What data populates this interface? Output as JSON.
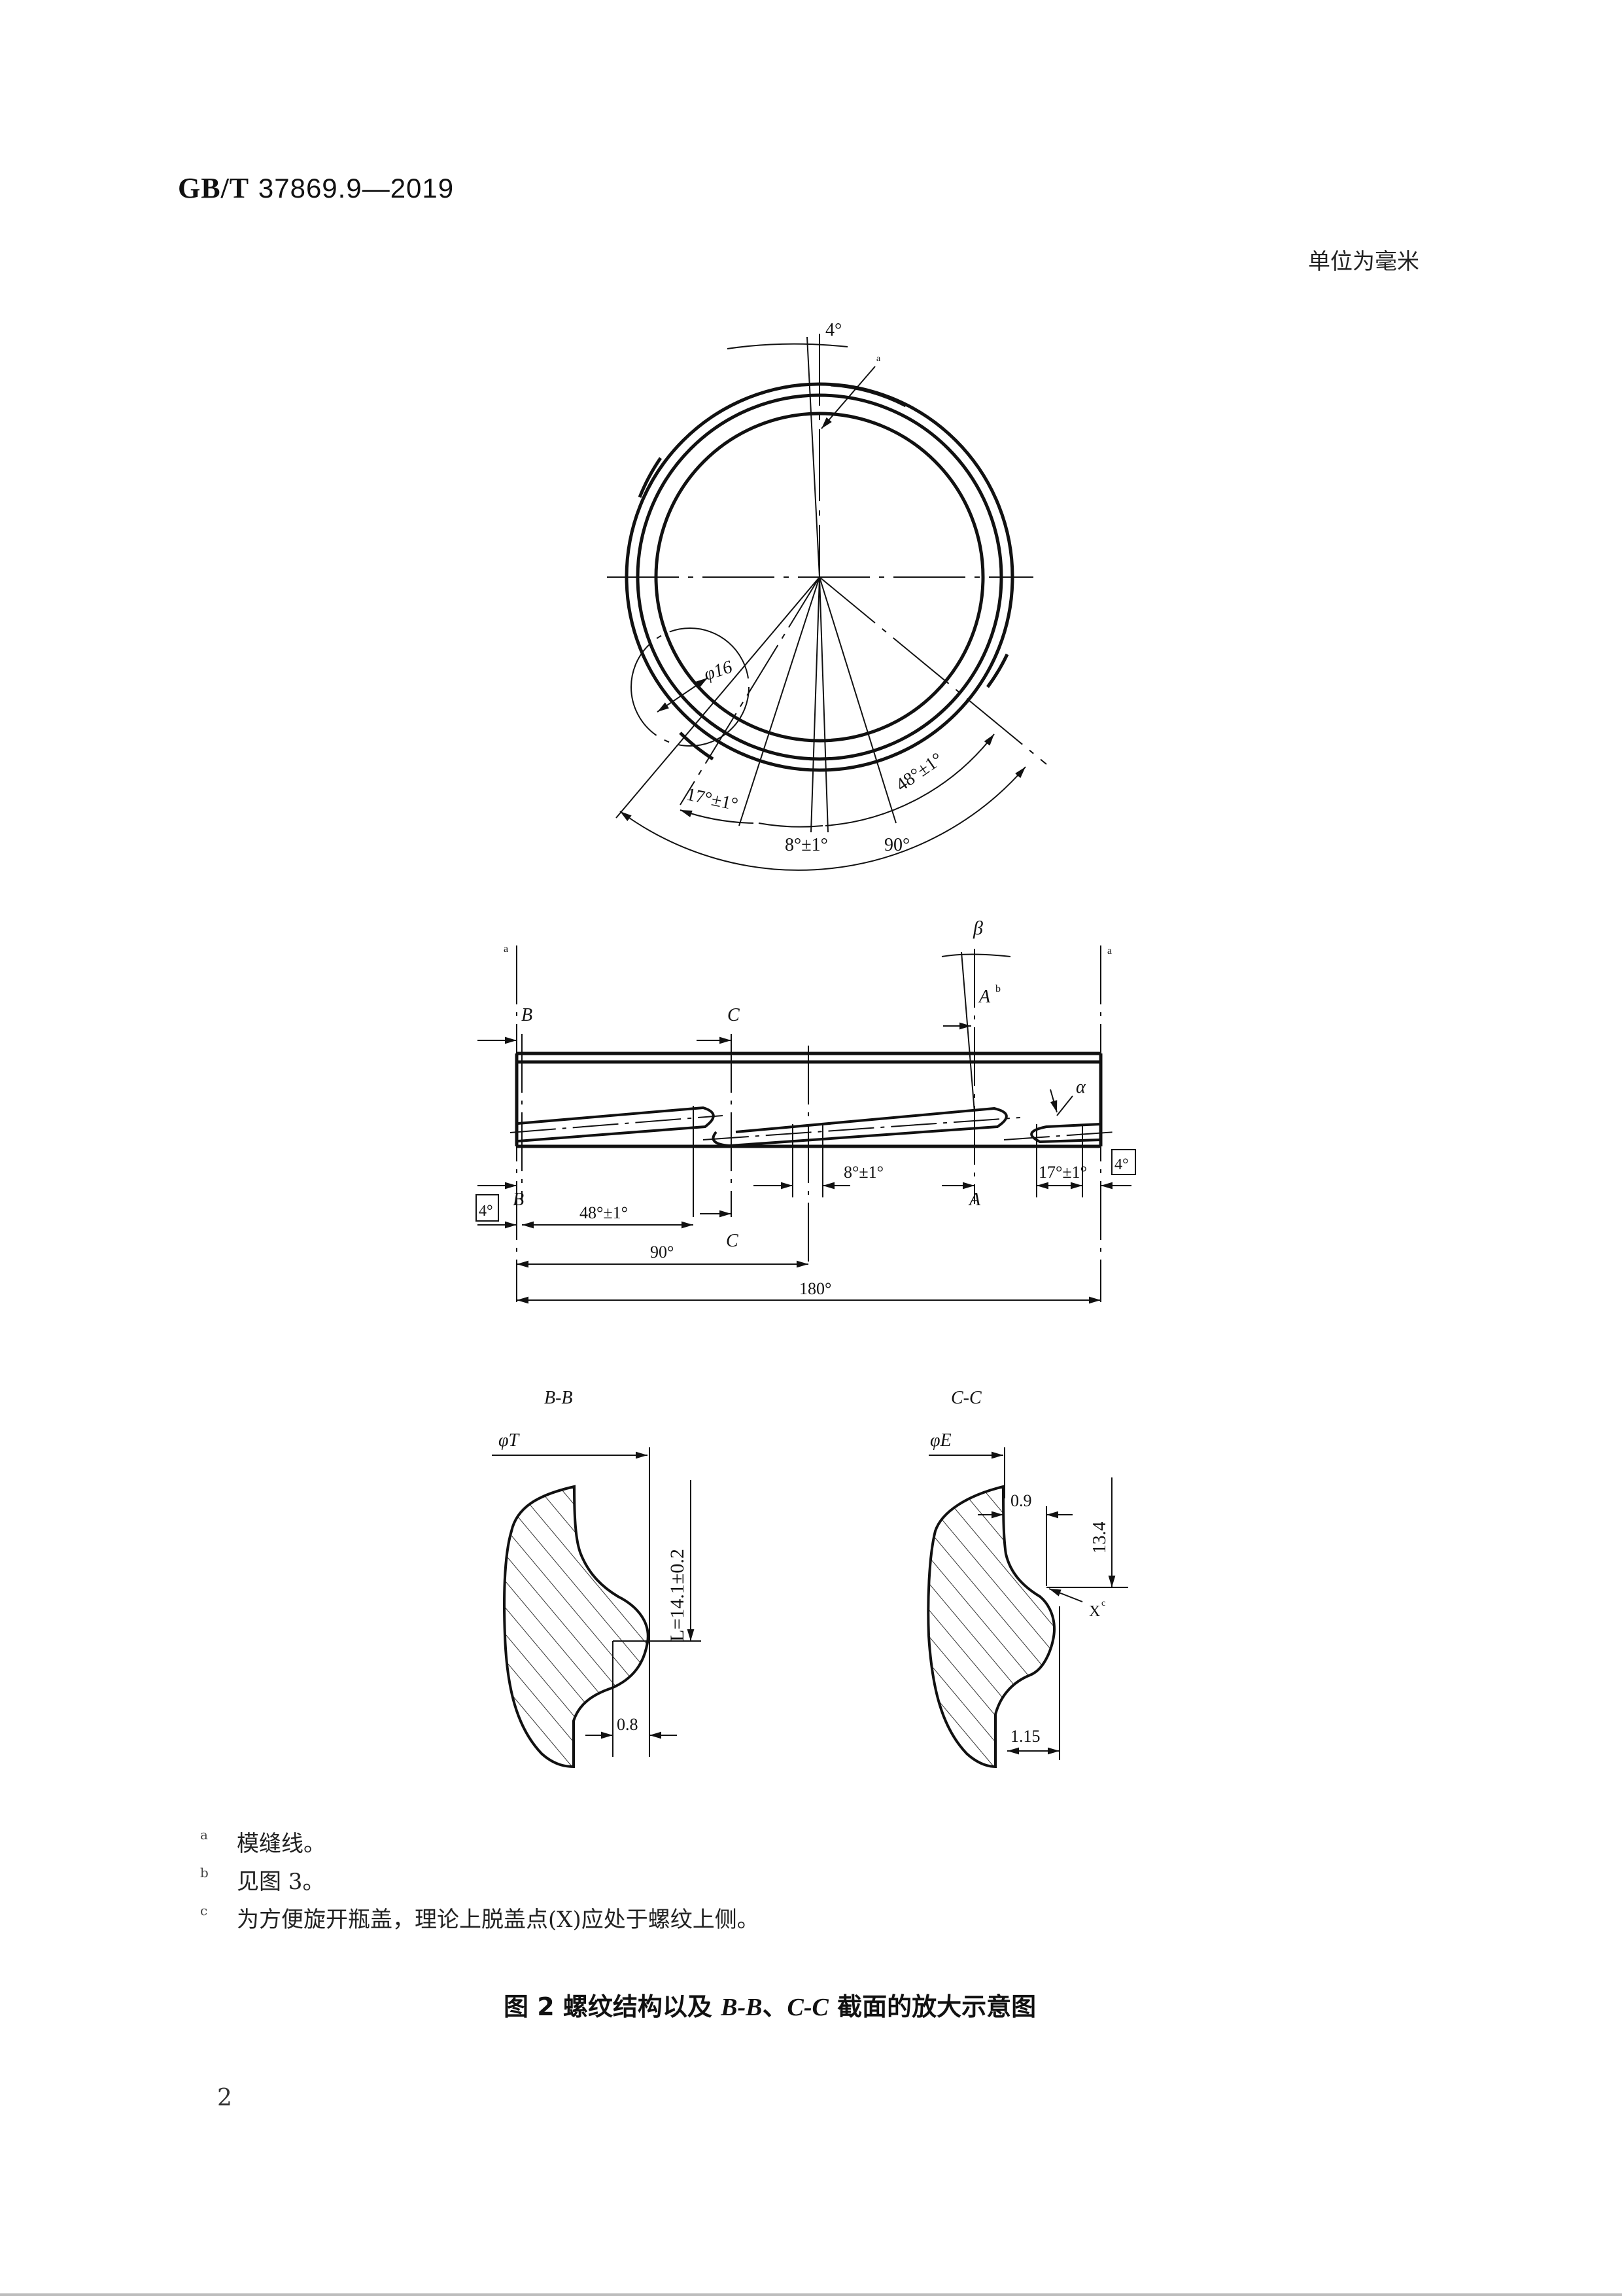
{
  "header": {
    "standard_prefix": "GB/T",
    "standard_number": "37869.9—2019",
    "unit_note": "单位为毫米"
  },
  "figure": {
    "top_view": {
      "angle_top": "4°",
      "mark_a": "a",
      "dia_label": "φ16",
      "angle_17": "17°±1°",
      "angle_48": "48°±1°",
      "angle_8": "8°±1°",
      "angle_90": "90°"
    },
    "development_view": {
      "mark_a_left": "a",
      "mark_a_right": "a",
      "beta": "β",
      "a_section": "A",
      "a_section_sup": "b",
      "alpha": "α",
      "section_b_top": "B",
      "section_b_bottom": "B",
      "section_c_top": "C",
      "section_c_bottom": "C",
      "section_a_bottom": "A",
      "box_4_left": "4°",
      "box_4_right": "4°",
      "dim_48": "48°±1°",
      "dim_90": "90°",
      "dim_180": "180°",
      "dim_8": "8°±1°",
      "dim_17": "17°±1°"
    },
    "section_bb": {
      "title": "B-B",
      "dia_label": "φT",
      "length_label": "L=14.1±0.2",
      "dim_08": "0.8"
    },
    "section_cc": {
      "title": "C-C",
      "dia_label": "φE",
      "dim_09": "0.9",
      "dim_134": "13.4",
      "point_x": "X",
      "point_x_sup": "c",
      "dim_115": "1.15"
    },
    "footnotes": [
      {
        "mark": "a",
        "text": "模缝线。"
      },
      {
        "mark": "b",
        "text": "见图 3。"
      },
      {
        "mark": "c",
        "text": "为方便旋开瓶盖，理论上脱盖点(X)应处于螺纹上侧。"
      }
    ],
    "caption": {
      "prefix": "图 2   螺纹结构以及 ",
      "bb": "B-B",
      "sep": "、",
      "cc": "C-C",
      "suffix": " 截面的放大示意图"
    }
  },
  "page_number": "2"
}
